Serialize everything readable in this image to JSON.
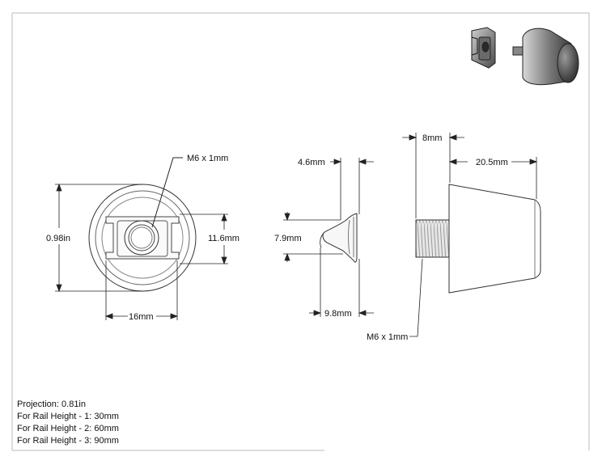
{
  "front_view": {
    "thread_callout": "M6 x 1mm",
    "outer_diameter": "0.98in",
    "nut_height": "11.6mm",
    "nut_width": "16mm"
  },
  "side_view": {
    "top_width": "4.6mm",
    "height": "7.9mm",
    "bottom_width": "9.8mm"
  },
  "bumper_view": {
    "stud_length": "8mm",
    "body_length": "20.5mm",
    "thread_callout": "M6 x 1mm"
  },
  "notes": {
    "projection": "Projection: 0.81in",
    "rail_1": "For Rail Height - 1: 30mm",
    "rail_2": "For Rail Height - 2: 60mm",
    "rail_3": "For Rail Height - 3: 90mm"
  }
}
